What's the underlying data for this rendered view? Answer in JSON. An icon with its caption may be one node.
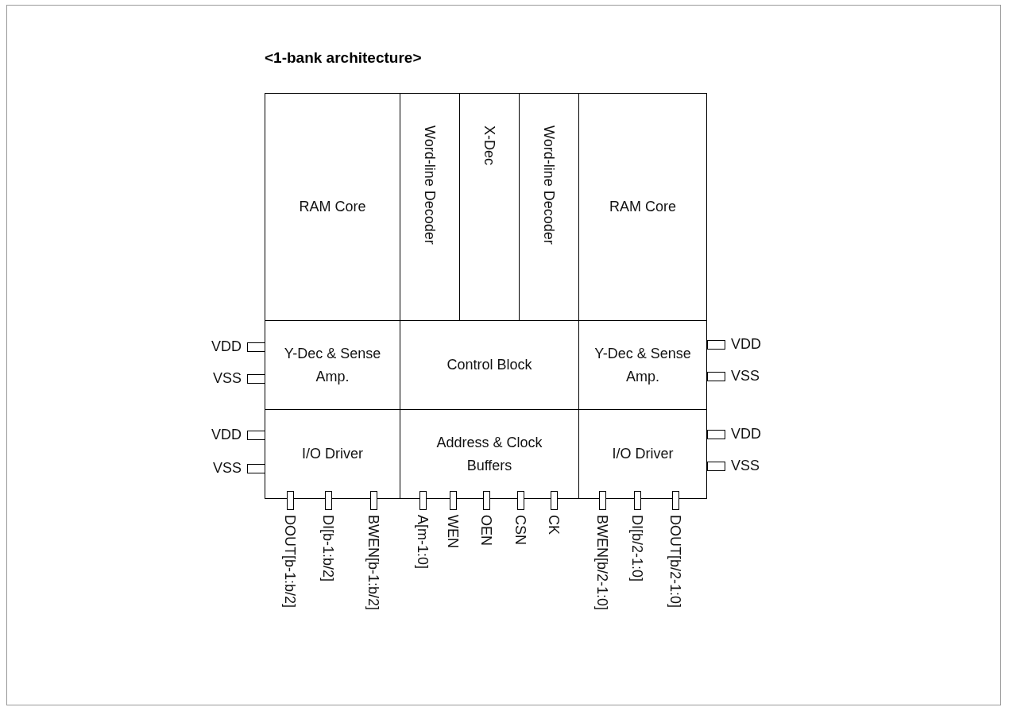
{
  "diagram": {
    "title": "<1-bank architecture>",
    "nodes": [
      {
        "text": [
          "RAM Core"
        ]
      },
      {
        "text": [
          "Word-line Decoder"
        ]
      },
      {
        "text": [
          "X-Dec"
        ]
      },
      {
        "text": [
          "Word-line Decoder"
        ]
      },
      {
        "text": [
          "RAM Core"
        ]
      },
      {
        "text": [
          "Y-Dec & Sense Amp."
        ]
      },
      {
        "text": [
          "Control Block"
        ]
      },
      {
        "text": [
          "Y-Dec & Sense Amp."
        ]
      },
      {
        "text": [
          "I/O Driver"
        ]
      },
      {
        "text": [
          "Address & Clock Buffers"
        ]
      },
      {
        "text": [
          "I/O Driver"
        ]
      }
    ],
    "labels": [
      "VDD",
      "VDD",
      "VSS",
      "VSS",
      "VDD",
      "VDD",
      "VSS",
      "VSS",
      "DOUT[b-1:b/2]",
      "DI[b-1:b/2]",
      "BWEN[b-1:b/2]",
      "A[m-1:0]",
      "WEN",
      "OEN",
      "CSN",
      "CK",
      "BWEN[b/2-1:0]",
      "DI[b/2-1:0]",
      "DOUT[b/2-1:0]"
    ]
  }
}
